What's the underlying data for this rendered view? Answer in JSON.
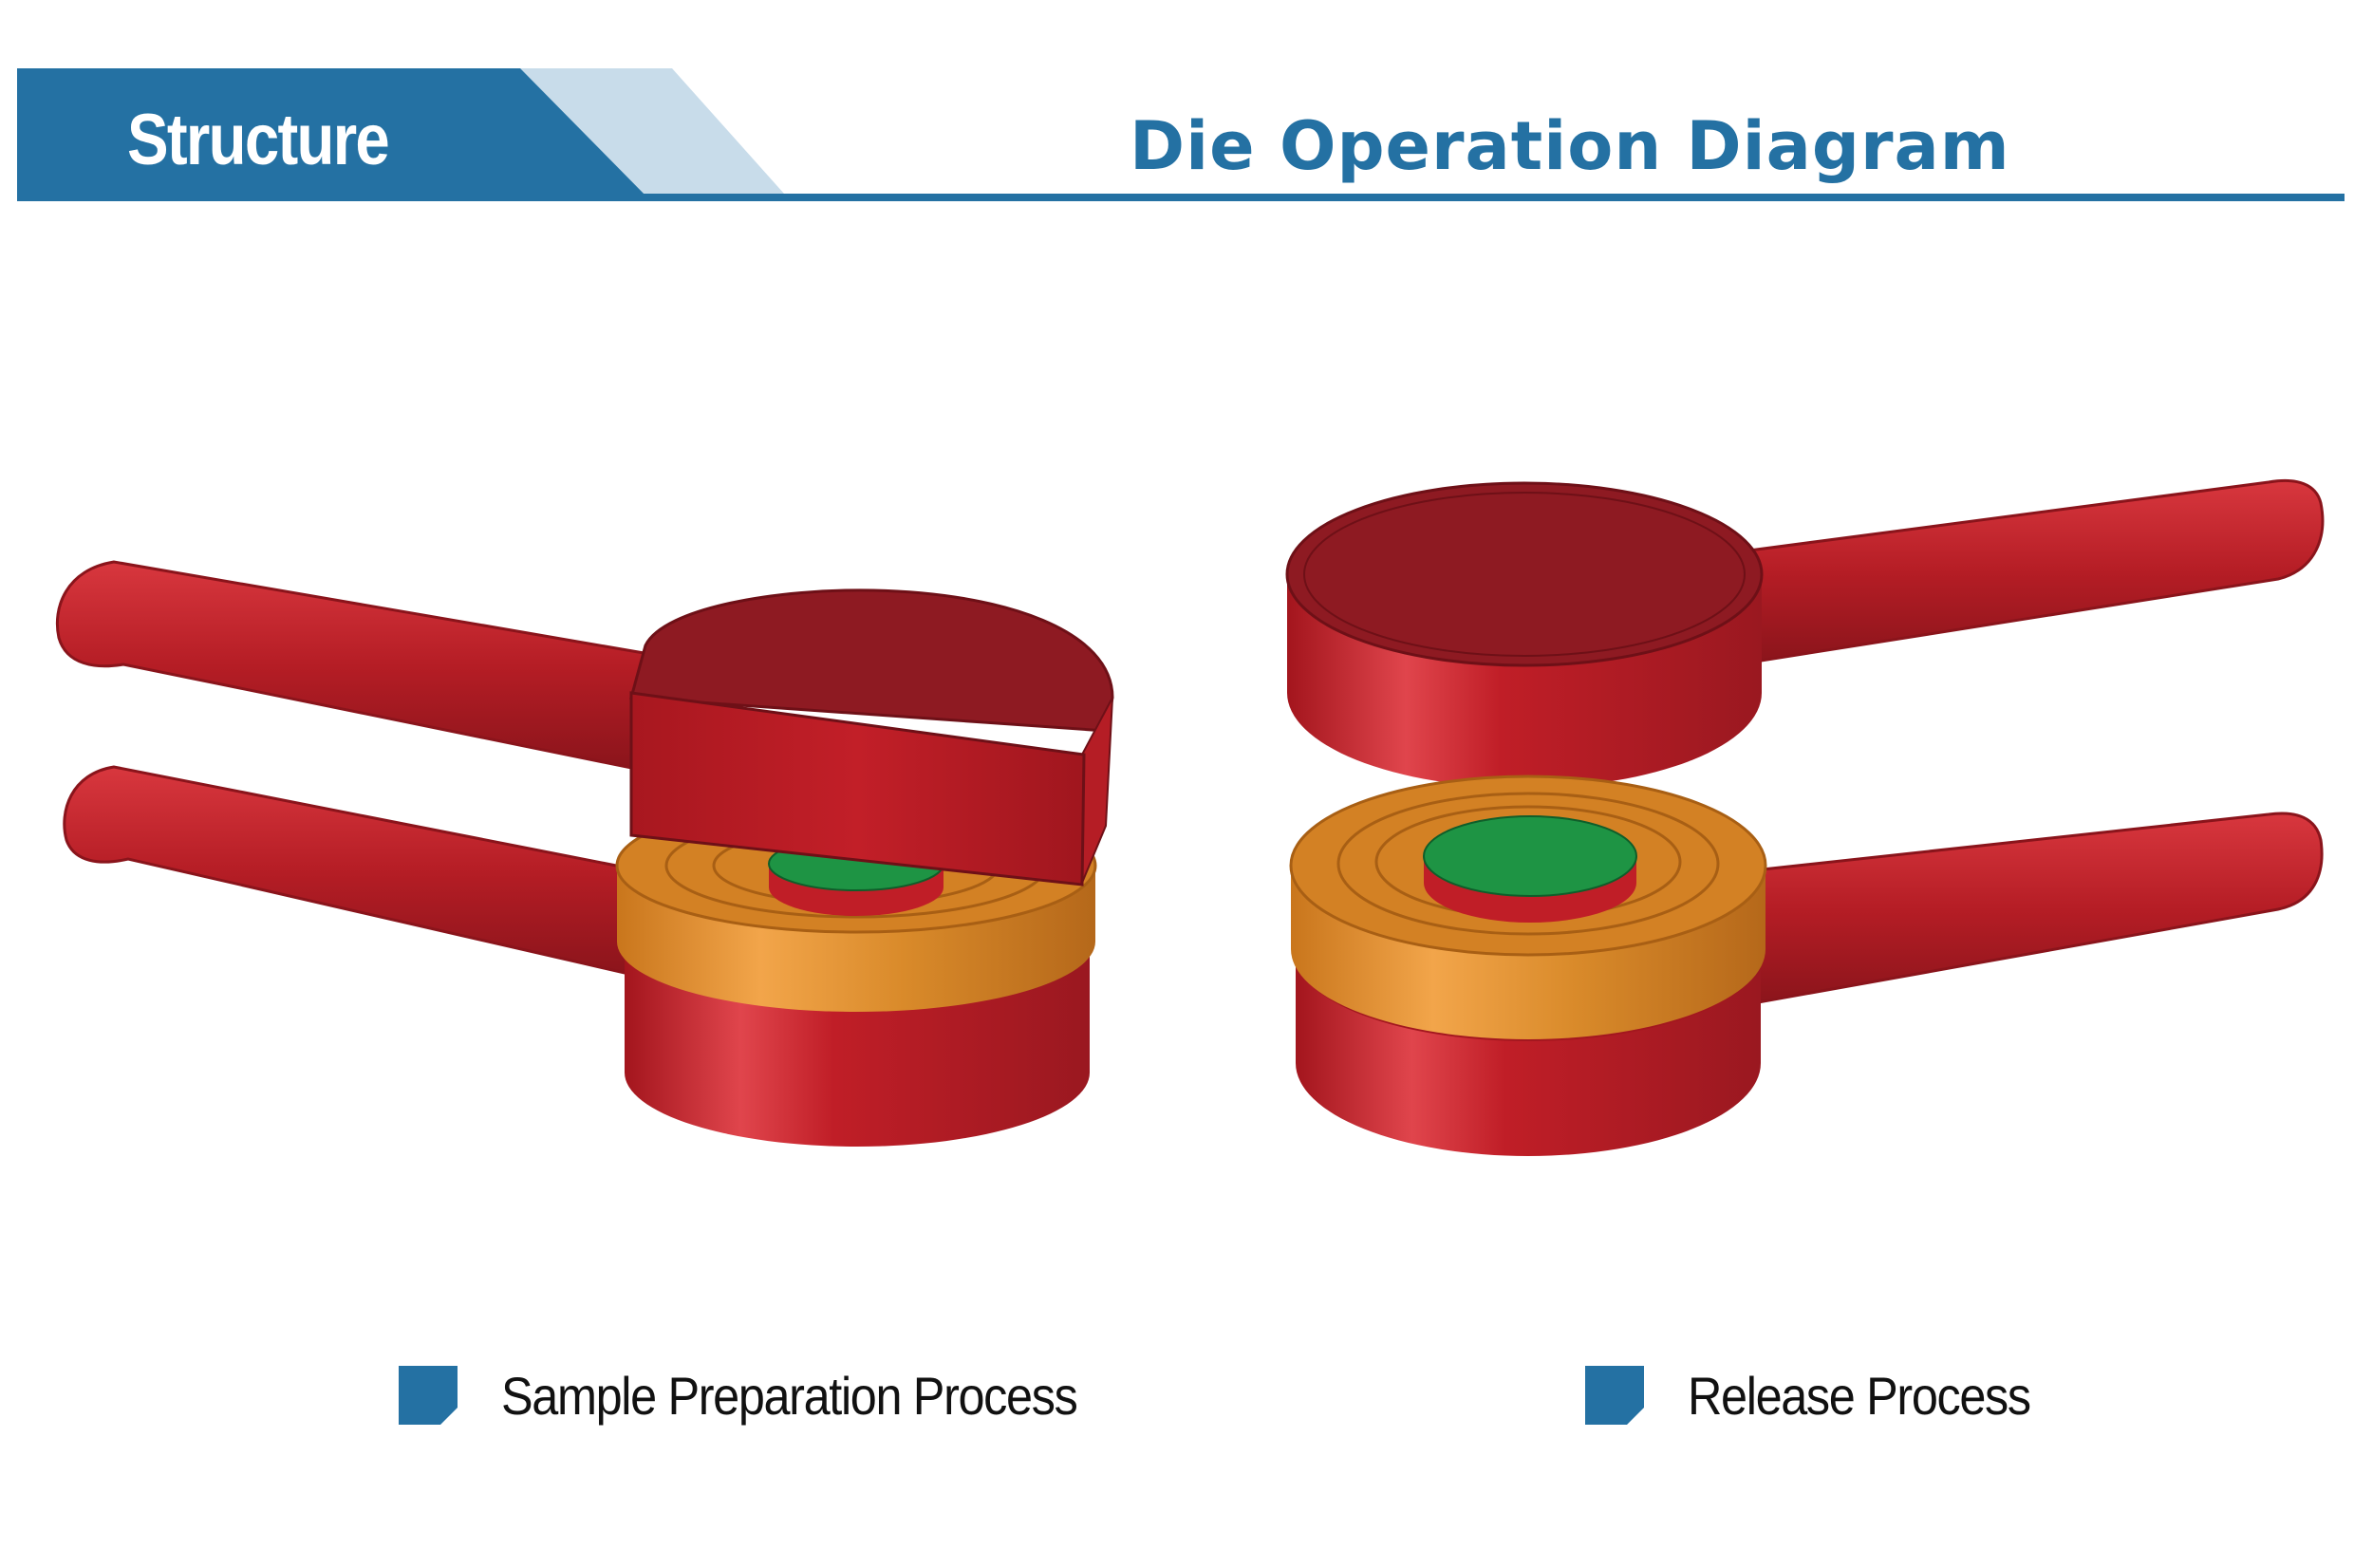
{
  "header": {
    "tab_label": "Structure",
    "title": "Die Operation Diagram"
  },
  "colors": {
    "brand_blue": "#2471a3",
    "light_blue": "#c8dcea",
    "die_red": "#b51d25",
    "die_dark_red": "#8e1a22",
    "ring_orange": "#d98a2a",
    "sample_green": "#1e9444"
  },
  "figures": [
    {
      "caption": "Sample Preparation Process"
    },
    {
      "caption": "Release Process"
    }
  ],
  "icons": {
    "caption_marker": "square-marker-icon"
  }
}
